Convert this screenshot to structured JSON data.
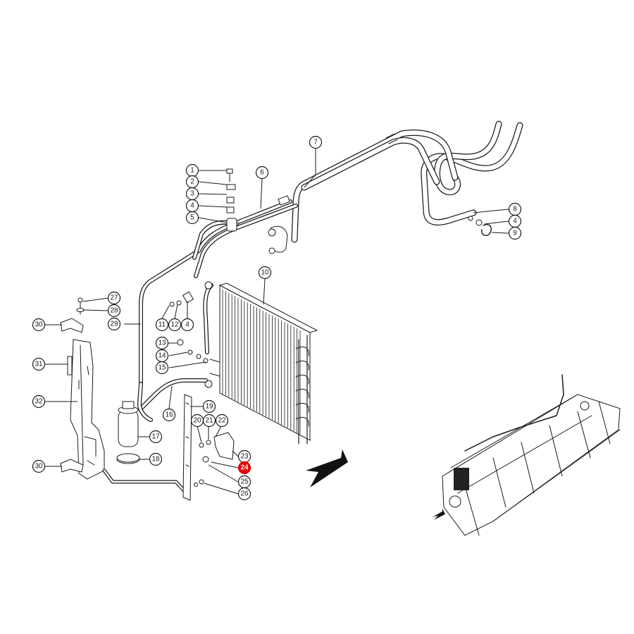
{
  "callouts": [
    {
      "id": "c1",
      "label": "1"
    },
    {
      "id": "c2",
      "label": "2"
    },
    {
      "id": "c3",
      "label": "3"
    },
    {
      "id": "c4a",
      "label": "4"
    },
    {
      "id": "c5",
      "label": "5"
    },
    {
      "id": "c6",
      "label": "6"
    },
    {
      "id": "c7",
      "label": "7"
    },
    {
      "id": "c8",
      "label": "8"
    },
    {
      "id": "c4b",
      "label": "4"
    },
    {
      "id": "c9",
      "label": "9"
    },
    {
      "id": "c10",
      "label": "10"
    },
    {
      "id": "c27",
      "label": "27"
    },
    {
      "id": "c28",
      "label": "28"
    },
    {
      "id": "c30a",
      "label": "30"
    },
    {
      "id": "c29",
      "label": "29"
    },
    {
      "id": "c11",
      "label": "11"
    },
    {
      "id": "c12",
      "label": "12"
    },
    {
      "id": "c4c",
      "label": "4"
    },
    {
      "id": "c13",
      "label": "13"
    },
    {
      "id": "c14",
      "label": "14"
    },
    {
      "id": "c15",
      "label": "15"
    },
    {
      "id": "c31",
      "label": "31"
    },
    {
      "id": "c32",
      "label": "32"
    },
    {
      "id": "c16",
      "label": "16"
    },
    {
      "id": "c19",
      "label": "19"
    },
    {
      "id": "c17",
      "label": "17"
    },
    {
      "id": "c20",
      "label": "20"
    },
    {
      "id": "c21",
      "label": "21"
    },
    {
      "id": "c22",
      "label": "22"
    },
    {
      "id": "c18",
      "label": "18"
    },
    {
      "id": "c23",
      "label": "23"
    },
    {
      "id": "c24",
      "label": "24"
    },
    {
      "id": "c30b",
      "label": "30"
    },
    {
      "id": "c25",
      "label": "25"
    },
    {
      "id": "c26",
      "label": "26"
    }
  ],
  "highlight_label": "24"
}
